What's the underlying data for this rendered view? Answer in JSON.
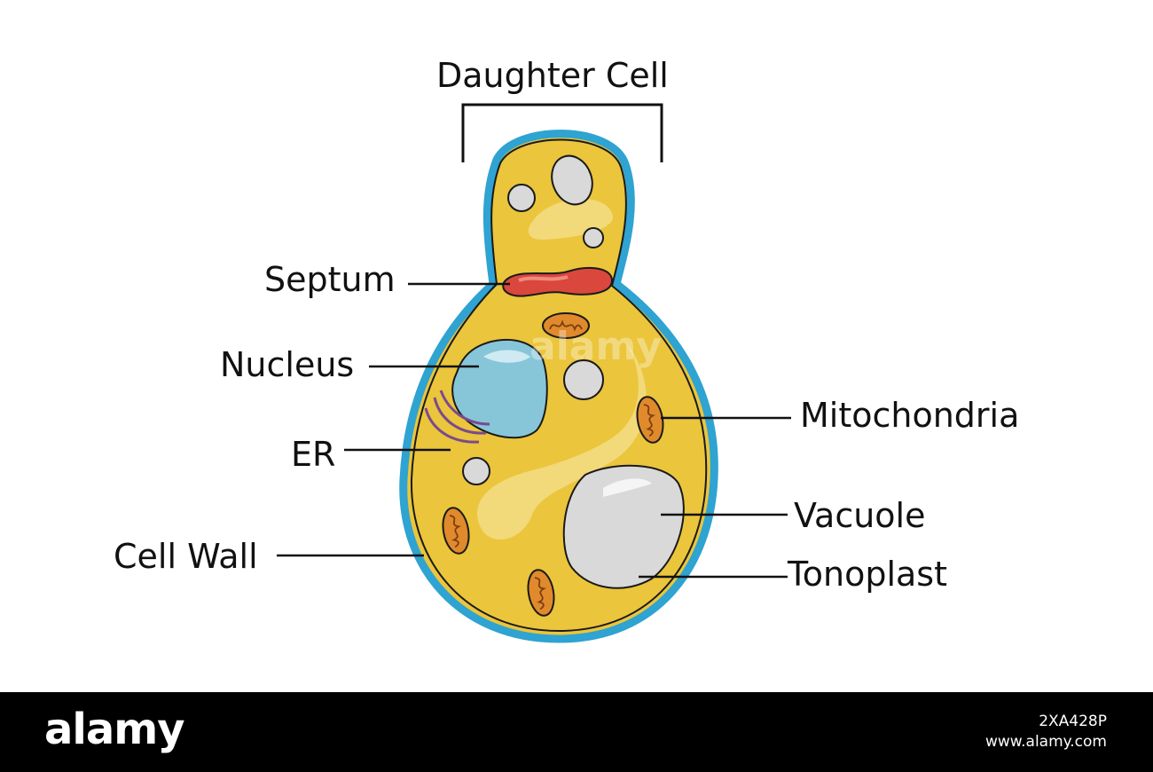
{
  "diagram": {
    "title": "Daughter Cell",
    "labels": {
      "septum": "Septum",
      "nucleus": "Nucleus",
      "er": "ER",
      "cell_wall": "Cell Wall",
      "mitochondria": "Mitochondria",
      "vacuole": "Vacuole",
      "tonoplast": "Tonoplast"
    },
    "colors": {
      "cell_wall": "#2fa3d1",
      "cytoplasm": "#ebc53b",
      "septum": "#d9473d",
      "nucleus": "#87c6d9",
      "vacuole": "#d9d9d9",
      "mitochondria": "#e08a2c",
      "er": "#7a4a8f"
    }
  },
  "footer": {
    "brand": "alamy",
    "image_id": "2XA428P",
    "site": "www.alamy.com"
  },
  "watermark": "alamy"
}
